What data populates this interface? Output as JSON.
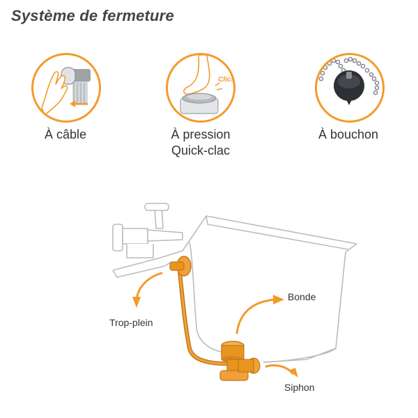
{
  "header": {
    "title": "Système de fermeture"
  },
  "options": [
    {
      "label_line1": "À câble",
      "label_line2": ""
    },
    {
      "label_line1": "À pression",
      "label_line2": "Quick-clac"
    },
    {
      "label_line1": "À bouchon",
      "label_line2": ""
    }
  ],
  "pression_badge": "Clic!",
  "diagram": {
    "labels": {
      "trop_plein": "Trop-plein",
      "bonde": "Bonde",
      "siphon": "Siphon"
    }
  },
  "colors": {
    "accent": "#f39a2b",
    "part": "#e8951f",
    "outline": "#b9bcc0"
  }
}
